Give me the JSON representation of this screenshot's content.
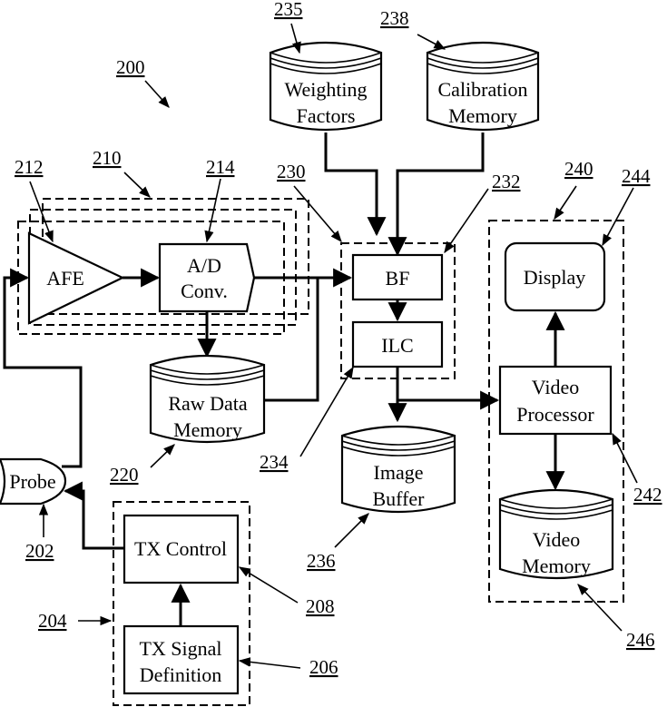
{
  "figure": {
    "ref": "200",
    "blocks": {
      "afe": {
        "label": "AFE",
        "ref": "212"
      },
      "adc": {
        "line1": "A/D",
        "line2": "Conv.",
        "ref": "214"
      },
      "channel_group": {
        "ref": "210"
      },
      "raw_data_memory": {
        "line1": "Raw Data",
        "line2": "Memory",
        "ref": "220"
      },
      "weighting_factors": {
        "line1": "Weighting",
        "line2": "Factors",
        "ref": "235"
      },
      "calibration_memory": {
        "line1": "Calibration",
        "line2": "Memory",
        "ref": "238"
      },
      "beamformer_group": {
        "ref": "230"
      },
      "bf": {
        "label": "BF",
        "ref": "232"
      },
      "ilc": {
        "label": "ILC",
        "ref": "234"
      },
      "image_buffer": {
        "line1": "Image",
        "line2": "Buffer",
        "ref": "236"
      },
      "video_group": {
        "ref": "240"
      },
      "display": {
        "label": "Display",
        "ref": "244"
      },
      "video_processor": {
        "line1": "Video",
        "line2": "Processor",
        "ref": "242"
      },
      "video_memory": {
        "line1": "Video",
        "line2": "Memory",
        "ref": "246"
      },
      "probe": {
        "label": "Probe",
        "ref": "202"
      },
      "tx_group": {
        "ref": "204"
      },
      "tx_control": {
        "label": "TX Control",
        "ref": "208"
      },
      "tx_signal_definition": {
        "line1": "TX Signal",
        "line2": "Definition",
        "ref": "206"
      }
    }
  }
}
